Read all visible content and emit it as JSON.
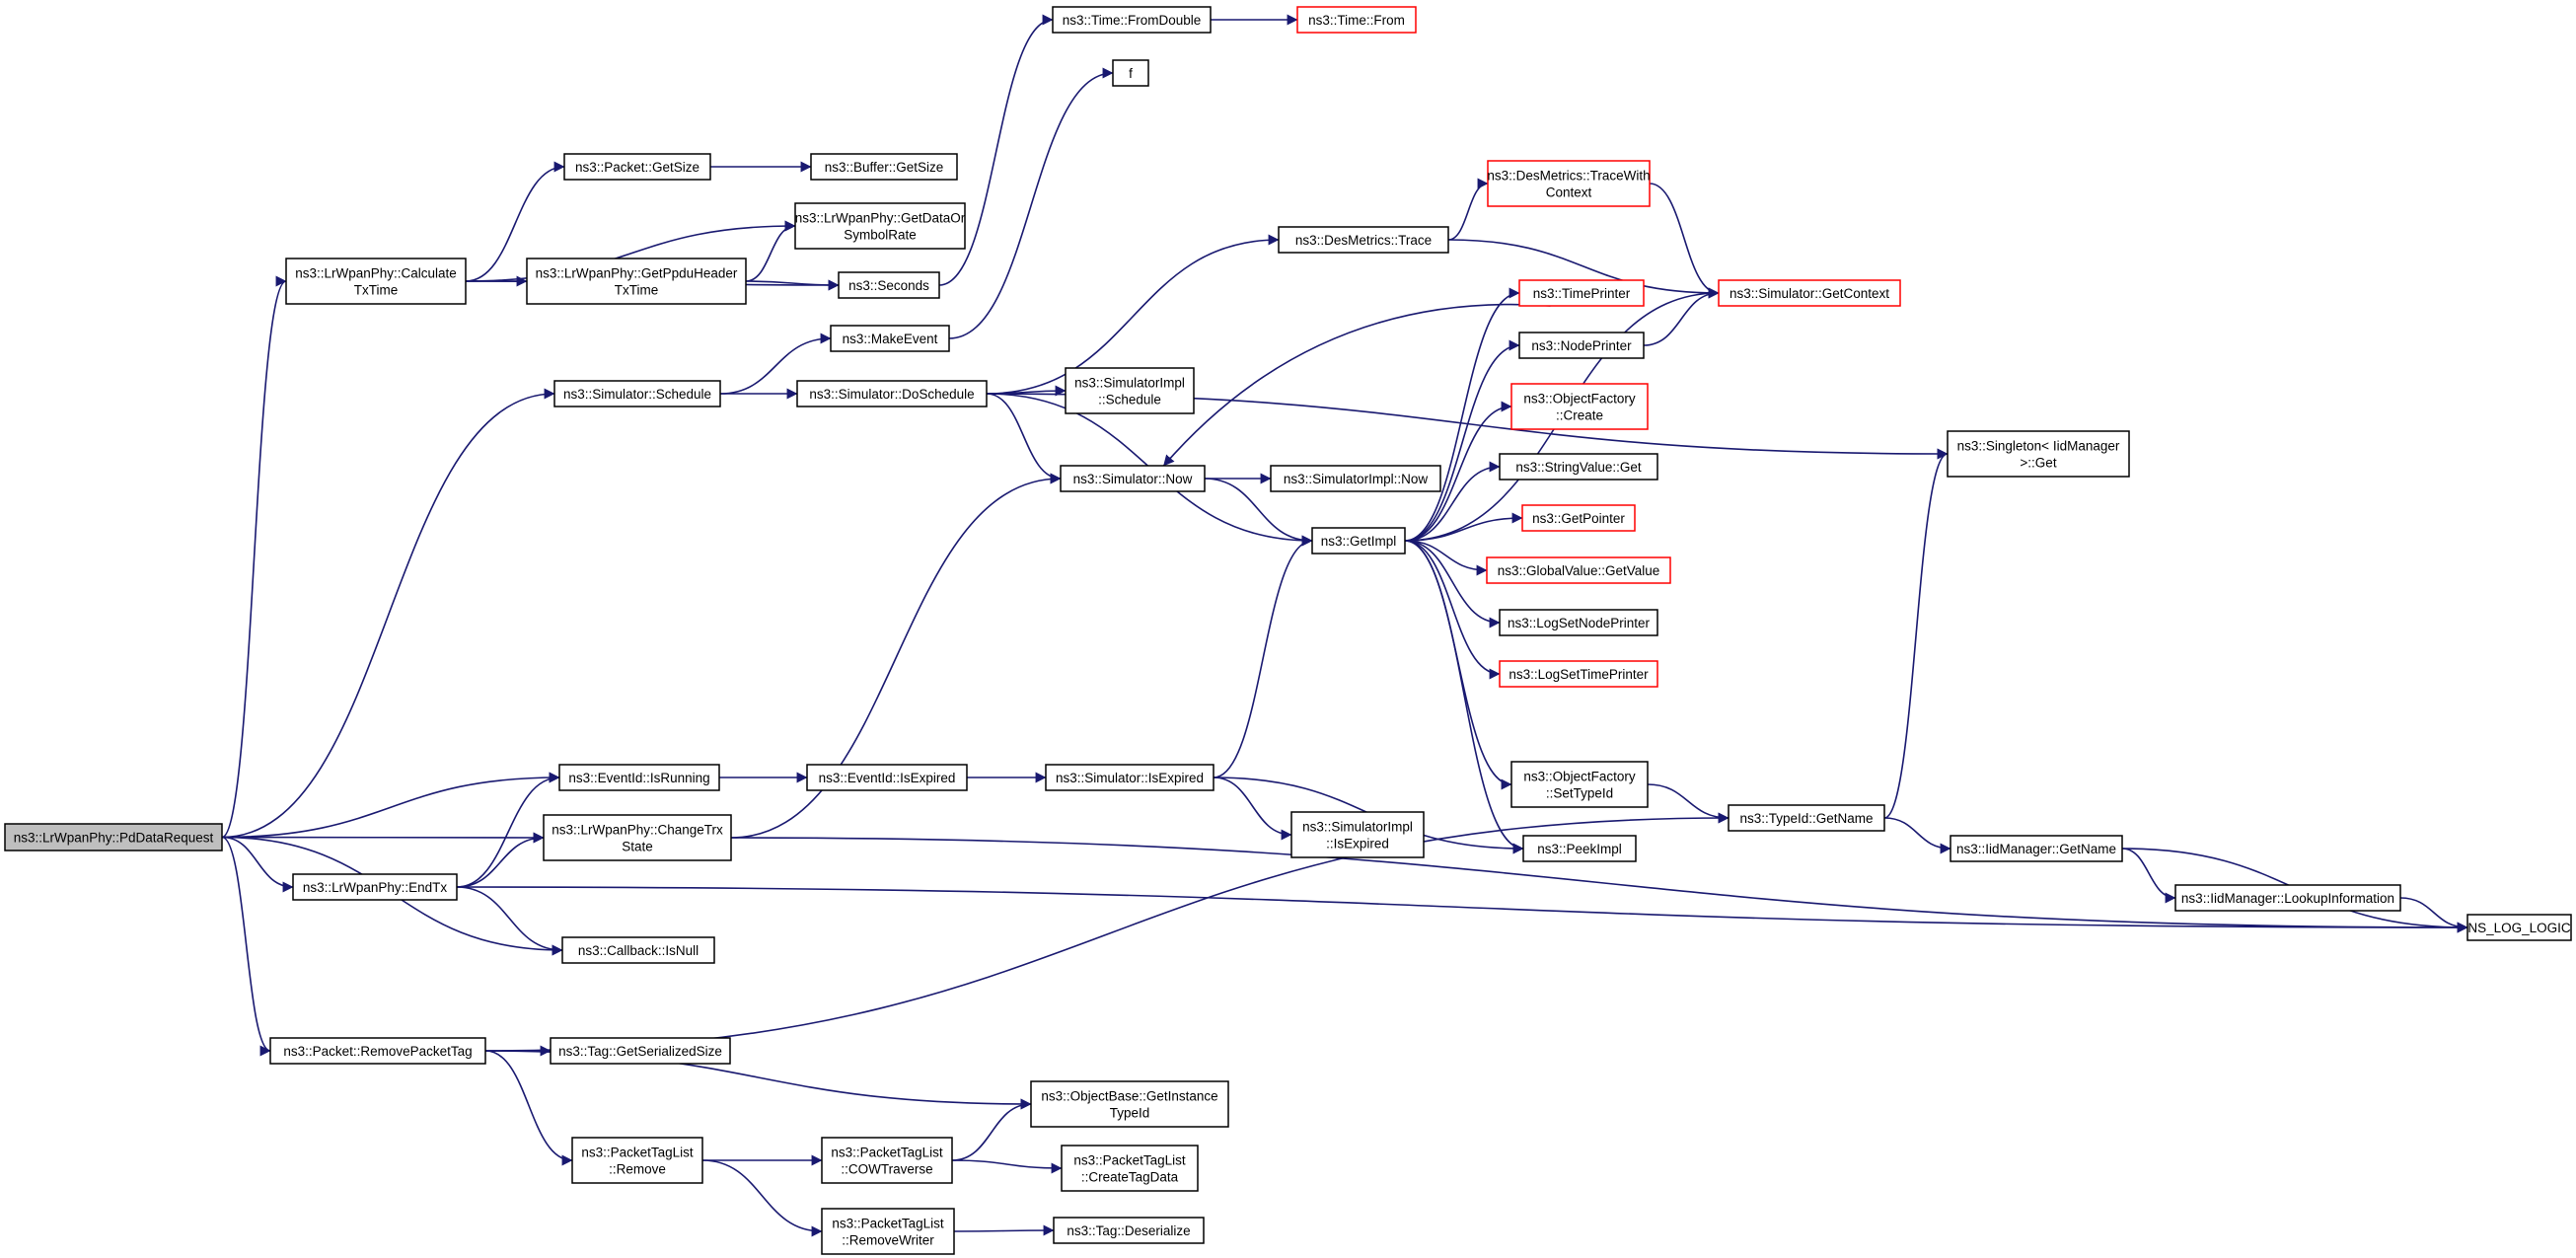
{
  "colors": {
    "edge": "#191970",
    "red_border": "#ff0000",
    "root_fill": "#bfbfbf"
  },
  "nodes": [
    {
      "id": "pd",
      "lines": [
        "ns3::LrWpanPhy::PdDataRequest"
      ],
      "style": "root"
    },
    {
      "id": "calc",
      "lines": [
        "ns3::LrWpanPhy::Calculate",
        "TxTime"
      ]
    },
    {
      "id": "pkt_getsize",
      "lines": [
        "ns3::Packet::GetSize"
      ]
    },
    {
      "id": "buf_getsize",
      "lines": [
        "ns3::Buffer::GetSize"
      ]
    },
    {
      "id": "getdata",
      "lines": [
        "ns3::LrWpanPhy::GetDataOr",
        "SymbolRate"
      ]
    },
    {
      "id": "getppdu",
      "lines": [
        "ns3::LrWpanPhy::GetPpduHeader",
        "TxTime"
      ]
    },
    {
      "id": "seconds",
      "lines": [
        "ns3::Seconds"
      ]
    },
    {
      "id": "fromdouble",
      "lines": [
        "ns3::Time::FromDouble"
      ]
    },
    {
      "id": "timefrom",
      "lines": [
        "ns3::Time::From"
      ],
      "style": "red"
    },
    {
      "id": "f",
      "lines": [
        "f"
      ]
    },
    {
      "id": "makeevent",
      "lines": [
        "ns3::MakeEvent"
      ]
    },
    {
      "id": "sched",
      "lines": [
        "ns3::Simulator::Schedule"
      ]
    },
    {
      "id": "dosched",
      "lines": [
        "ns3::Simulator::DoSchedule"
      ]
    },
    {
      "id": "desmet",
      "lines": [
        "ns3::DesMetrics::Trace"
      ]
    },
    {
      "id": "desmetctx",
      "lines": [
        "ns3::DesMetrics::TraceWith",
        "Context"
      ],
      "style": "red"
    },
    {
      "id": "getctx",
      "lines": [
        "ns3::Simulator::GetContext"
      ],
      "style": "red"
    },
    {
      "id": "implsched",
      "lines": [
        "ns3::SimulatorImpl",
        "::Schedule"
      ]
    },
    {
      "id": "now",
      "lines": [
        "ns3::Simulator::Now"
      ]
    },
    {
      "id": "implnow",
      "lines": [
        "ns3::SimulatorImpl::Now"
      ]
    },
    {
      "id": "getimpl",
      "lines": [
        "ns3::GetImpl"
      ]
    },
    {
      "id": "timeprinter",
      "lines": [
        "ns3::TimePrinter"
      ],
      "style": "red"
    },
    {
      "id": "nodeprinter",
      "lines": [
        "ns3::NodePrinter"
      ]
    },
    {
      "id": "ofcreate",
      "lines": [
        "ns3::ObjectFactory",
        "::Create"
      ],
      "style": "red"
    },
    {
      "id": "strget",
      "lines": [
        "ns3::StringValue::Get"
      ]
    },
    {
      "id": "getpointer",
      "lines": [
        "ns3::GetPointer"
      ],
      "style": "red"
    },
    {
      "id": "gvget",
      "lines": [
        "ns3::GlobalValue::GetValue"
      ],
      "style": "red"
    },
    {
      "id": "lognode",
      "lines": [
        "ns3::LogSetNodePrinter"
      ]
    },
    {
      "id": "logtime",
      "lines": [
        "ns3::LogSetTimePrinter"
      ],
      "style": "red"
    },
    {
      "id": "settypeid",
      "lines": [
        "ns3::ObjectFactory",
        "::SetTypeId"
      ]
    },
    {
      "id": "peekimpl",
      "lines": [
        "ns3::PeekImpl"
      ]
    },
    {
      "id": "singleton",
      "lines": [
        "ns3::Singleton< IidManager",
        ">::Get"
      ]
    },
    {
      "id": "isrunning",
      "lines": [
        "ns3::EventId::IsRunning"
      ]
    },
    {
      "id": "isexpired",
      "lines": [
        "ns3::EventId::IsExpired"
      ]
    },
    {
      "id": "simexpired",
      "lines": [
        "ns3::Simulator::IsExpired"
      ]
    },
    {
      "id": "implexpired",
      "lines": [
        "ns3::SimulatorImpl",
        "::IsExpired"
      ]
    },
    {
      "id": "changetrx",
      "lines": [
        "ns3::LrWpanPhy::ChangeTrx",
        "State"
      ]
    },
    {
      "id": "endtx",
      "lines": [
        "ns3::LrWpanPhy::EndTx"
      ]
    },
    {
      "id": "isnull",
      "lines": [
        "ns3::Callback::IsNull"
      ]
    },
    {
      "id": "typeidname",
      "lines": [
        "ns3::TypeId::GetName"
      ]
    },
    {
      "id": "iidname",
      "lines": [
        "ns3::IidManager::GetName"
      ]
    },
    {
      "id": "lookup",
      "lines": [
        "ns3::IidManager::LookupInformation"
      ]
    },
    {
      "id": "nslog",
      "lines": [
        "NS_LOG_LOGIC"
      ]
    },
    {
      "id": "removetag",
      "lines": [
        "ns3::Packet::RemovePacketTag"
      ]
    },
    {
      "id": "tagser",
      "lines": [
        "ns3::Tag::GetSerializedSize"
      ]
    },
    {
      "id": "objbase",
      "lines": [
        "ns3::ObjectBase::GetInstance",
        "TypeId"
      ]
    },
    {
      "id": "ptlremove",
      "lines": [
        "ns3::PacketTagList",
        "::Remove"
      ]
    },
    {
      "id": "cow",
      "lines": [
        "ns3::PacketTagList",
        "::COWTraverse"
      ]
    },
    {
      "id": "createtag",
      "lines": [
        "ns3::PacketTagList",
        "::CreateTagData"
      ]
    },
    {
      "id": "removewriter",
      "lines": [
        "ns3::PacketTagList",
        "::RemoveWriter"
      ]
    },
    {
      "id": "deserialize",
      "lines": [
        "ns3::Tag::Deserialize"
      ]
    }
  ],
  "edges": [
    {
      "from": "pd",
      "to": "calc"
    },
    {
      "from": "pd",
      "to": "sched"
    },
    {
      "from": "pd",
      "to": "isrunning"
    },
    {
      "from": "pd",
      "to": "changetrx"
    },
    {
      "from": "pd",
      "to": "endtx"
    },
    {
      "from": "pd",
      "to": "isnull"
    },
    {
      "from": "pd",
      "to": "removetag"
    },
    {
      "from": "calc",
      "to": "pkt_getsize"
    },
    {
      "from": "calc",
      "to": "getdata"
    },
    {
      "from": "calc",
      "to": "getppdu"
    },
    {
      "from": "calc",
      "to": "seconds"
    },
    {
      "from": "pkt_getsize",
      "to": "buf_getsize"
    },
    {
      "from": "getppdu",
      "to": "getdata"
    },
    {
      "from": "getppdu",
      "to": "seconds"
    },
    {
      "from": "seconds",
      "to": "fromdouble"
    },
    {
      "from": "fromdouble",
      "to": "timefrom"
    },
    {
      "from": "makeevent",
      "to": "f"
    },
    {
      "from": "sched",
      "to": "makeevent"
    },
    {
      "from": "sched",
      "to": "dosched"
    },
    {
      "from": "dosched",
      "to": "desmet"
    },
    {
      "from": "dosched",
      "to": "implsched"
    },
    {
      "from": "dosched",
      "to": "now"
    },
    {
      "from": "dosched",
      "to": "getimpl"
    },
    {
      "from": "dosched",
      "to": "singleton"
    },
    {
      "from": "desmet",
      "to": "desmetctx"
    },
    {
      "from": "desmet",
      "to": "getctx"
    },
    {
      "from": "desmetctx",
      "to": "getctx"
    },
    {
      "from": "now",
      "to": "implnow"
    },
    {
      "from": "now",
      "to": "getimpl"
    },
    {
      "from": "getimpl",
      "to": "timeprinter"
    },
    {
      "from": "getimpl",
      "to": "nodeprinter"
    },
    {
      "from": "getimpl",
      "to": "ofcreate"
    },
    {
      "from": "getimpl",
      "to": "strget"
    },
    {
      "from": "getimpl",
      "to": "getpointer"
    },
    {
      "from": "getimpl",
      "to": "gvget"
    },
    {
      "from": "getimpl",
      "to": "lognode"
    },
    {
      "from": "getimpl",
      "to": "logtime"
    },
    {
      "from": "getimpl",
      "to": "settypeid"
    },
    {
      "from": "getimpl",
      "to": "peekimpl"
    },
    {
      "from": "getimpl",
      "to": "getctx"
    },
    {
      "from": "timeprinter",
      "to": "now"
    },
    {
      "from": "nodeprinter",
      "to": "getctx"
    },
    {
      "from": "settypeid",
      "to": "typeidname"
    },
    {
      "from": "isrunning",
      "to": "isexpired"
    },
    {
      "from": "isexpired",
      "to": "simexpired"
    },
    {
      "from": "simexpired",
      "to": "getimpl"
    },
    {
      "from": "simexpired",
      "to": "implexpired"
    },
    {
      "from": "simexpired",
      "to": "peekimpl"
    },
    {
      "from": "changetrx",
      "to": "now"
    },
    {
      "from": "changetrx",
      "to": "nslog"
    },
    {
      "from": "endtx",
      "to": "isrunning"
    },
    {
      "from": "endtx",
      "to": "changetrx"
    },
    {
      "from": "endtx",
      "to": "isnull"
    },
    {
      "from": "endtx",
      "to": "nslog"
    },
    {
      "from": "typeidname",
      "to": "singleton"
    },
    {
      "from": "typeidname",
      "to": "iidname"
    },
    {
      "from": "iidname",
      "to": "lookup"
    },
    {
      "from": "iidname",
      "to": "nslog"
    },
    {
      "from": "lookup",
      "to": "nslog"
    },
    {
      "from": "removetag",
      "to": "tagser"
    },
    {
      "from": "removetag",
      "to": "objbase"
    },
    {
      "from": "removetag",
      "to": "ptlremove"
    },
    {
      "from": "removetag",
      "to": "typeidname"
    },
    {
      "from": "ptlremove",
      "to": "cow"
    },
    {
      "from": "ptlremove",
      "to": "removewriter"
    },
    {
      "from": "cow",
      "to": "objbase"
    },
    {
      "from": "cow",
      "to": "createtag"
    },
    {
      "from": "removewriter",
      "to": "deserialize"
    }
  ]
}
